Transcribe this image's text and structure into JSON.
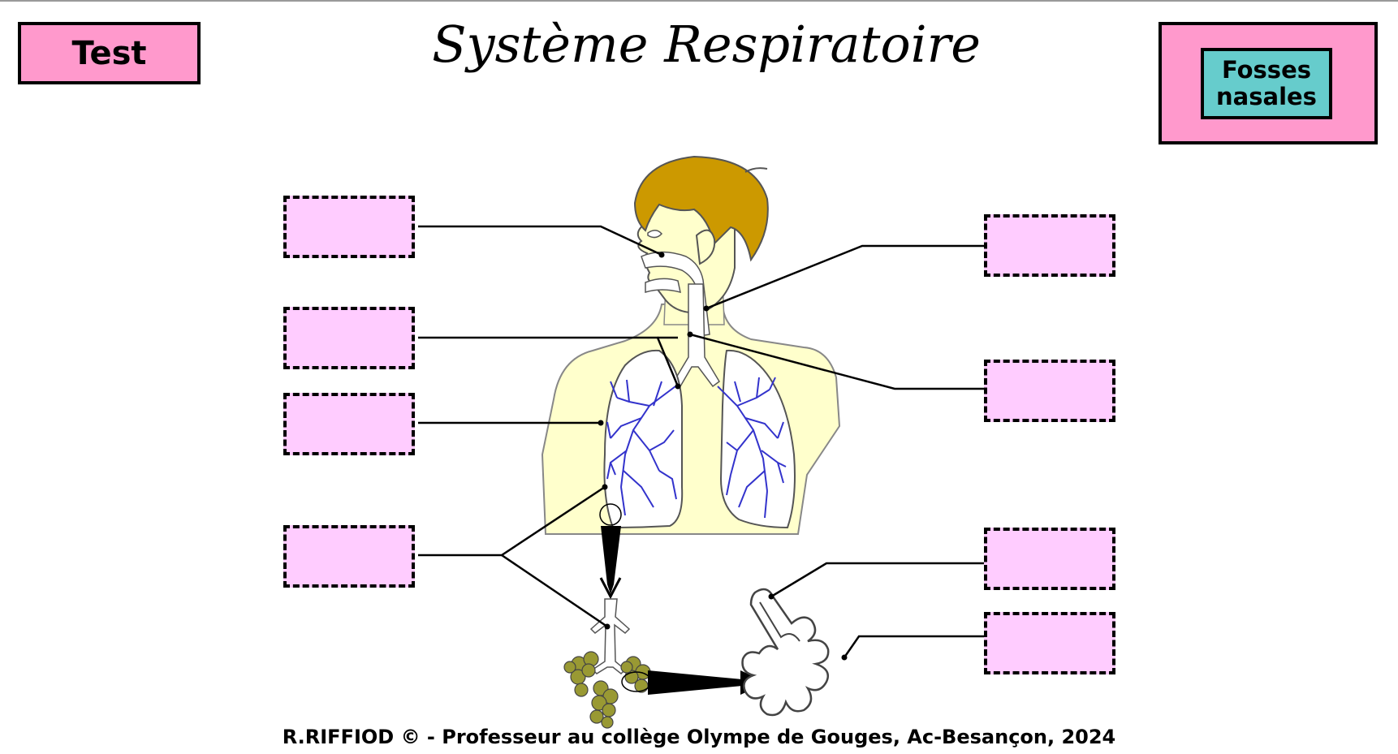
{
  "header": {
    "test_button": "Test",
    "title": "Système Respiratoire"
  },
  "answer_panel": {
    "chip_label": "Fosses nasales"
  },
  "drop_zones": [
    {
      "id": "left-1",
      "value": ""
    },
    {
      "id": "left-2",
      "value": ""
    },
    {
      "id": "left-3",
      "value": ""
    },
    {
      "id": "left-4",
      "value": ""
    },
    {
      "id": "right-1",
      "value": ""
    },
    {
      "id": "right-2",
      "value": ""
    },
    {
      "id": "right-3",
      "value": ""
    },
    {
      "id": "right-4",
      "value": ""
    }
  ],
  "footer": {
    "credit": "R.RIFFIOD © - Professeur au collège Olympe de Gouges, Ac-Besançon, 2024"
  },
  "colors": {
    "pink_panel": "#ff99cc",
    "drop_zone": "#ffccff",
    "chip": "#66cccc",
    "skin": "#ffffcc",
    "hair": "#cc9900",
    "bronchi": "#3333cc",
    "alveoli": "#999933"
  }
}
